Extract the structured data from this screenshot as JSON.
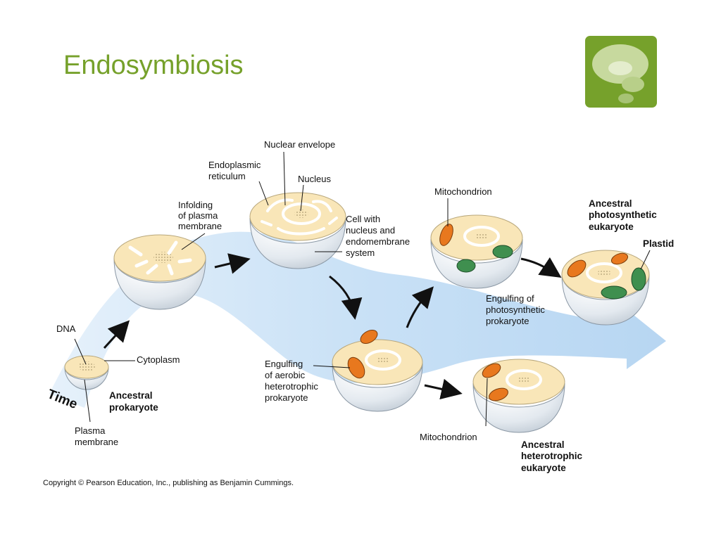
{
  "slide": {
    "title": "Endosymbiosis",
    "copyright": "Copyright © Pearson Education, Inc., publishing as Benjamin Cummings."
  },
  "logo": {
    "icon": "thought-bubble-icon",
    "color": "#76a12b"
  },
  "diagram": {
    "time": "Time",
    "labels": {
      "dna": "DNA",
      "cytoplasm": "Cytoplasm",
      "plasma_membrane": [
        "Plasma",
        "membrane"
      ],
      "ancestral_prokaryote": [
        "Ancestral",
        "prokaryote"
      ],
      "infolding": [
        "Infolding",
        "of plasma",
        "membrane"
      ],
      "endoplasmic_reticulum": [
        "Endoplasmic",
        "reticulum"
      ],
      "nuclear_envelope": "Nuclear envelope",
      "nucleus": "Nucleus",
      "cell_with_nucleus": [
        "Cell with",
        "nucleus and",
        "endomembrane",
        "system"
      ],
      "engulfing_aerobic": [
        "Engulfing",
        "of aerobic",
        "heterotrophic",
        "prokaryote"
      ],
      "mitochondrion_top": "Mitochondrion",
      "engulfing_photosynthetic": [
        "Engulfing of",
        "photosynthetic",
        "prokaryote"
      ],
      "ancestral_photosynthetic": [
        "Ancestral",
        "photosynthetic",
        "eukaryote"
      ],
      "plastid": "Plastid",
      "mitochondrion_bottom": "Mitochondrion",
      "ancestral_heterotrophic": [
        "Ancestral",
        "heterotrophic",
        "eukaryote"
      ]
    },
    "colors": {
      "arrow_band": "#cfe4f6",
      "cytoplasm": "#f9e6b8",
      "membrane": "#e9eef3",
      "mitochondrion": "#e8781e",
      "plastid": "#3f8f4f"
    }
  }
}
